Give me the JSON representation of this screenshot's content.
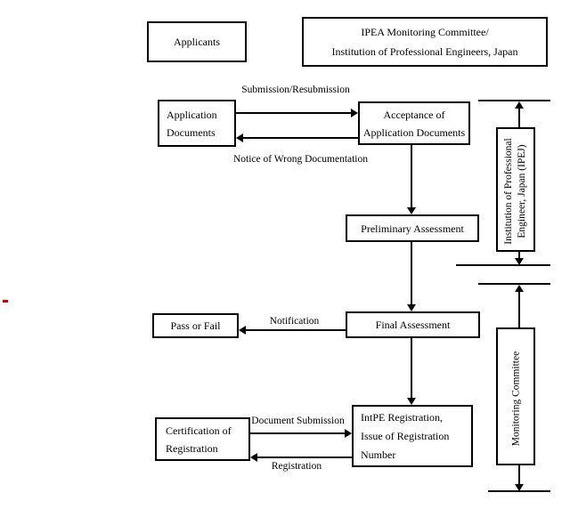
{
  "boxes": {
    "applicants": {
      "label": "Applicants"
    },
    "ipea": {
      "line1": "IPEA Monitoring Committee/",
      "line2": "Institution of Professional Engineers, Japan"
    },
    "application_documents": {
      "line1": "Application",
      "line2": "Documents"
    },
    "acceptance": {
      "line1": "Acceptance of",
      "line2": "Application Documents"
    },
    "preliminary": {
      "label": "Preliminary Assessment"
    },
    "final": {
      "label": "Final Assessment"
    },
    "pass_or_fail": {
      "label": "Pass or Fail"
    },
    "intpe": {
      "line1": "IntPE Registration,",
      "line2": "Issue of Registration",
      "line3": "Number"
    },
    "certification": {
      "line1": "Certification of",
      "line2": "Registration"
    },
    "ipej_vertical": {
      "line1": "Institution of Professional",
      "line2": "Engineer, Japan (IPEJ)"
    },
    "monitoring_vertical": {
      "label": "Monitoring Committee"
    }
  },
  "arrow_labels": {
    "submission": "Submission/Resubmission",
    "notice": "Notice of Wrong Documentation",
    "notification": "Notification",
    "document_submission": "Document Submission",
    "registration": "Registration"
  },
  "colors": {
    "line": "#000000",
    "background": "#ffffff",
    "artifact_mark": "#cc0000"
  }
}
